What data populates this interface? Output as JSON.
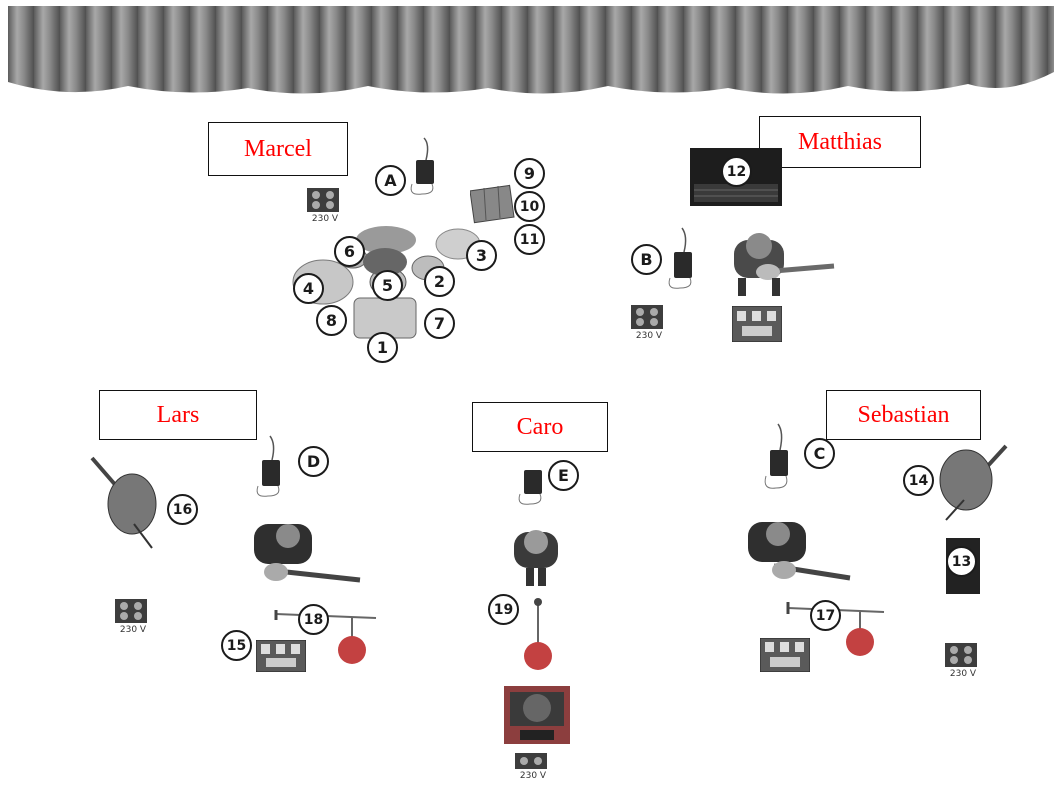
{
  "musicians": {
    "marcel": "Marcel",
    "matthias": "Matthias",
    "lars": "Lars",
    "caro": "Caro",
    "sebastian": "Sebastian"
  },
  "markers": {
    "n1": "1",
    "n2": "2",
    "n3": "3",
    "n4": "4",
    "n5": "5",
    "n6": "6",
    "n7": "7",
    "n8": "8",
    "n9": "9",
    "n10": "10",
    "n11": "11",
    "n12": "12",
    "n13": "13",
    "n14": "14",
    "n15": "15",
    "n16": "16",
    "n17": "17",
    "n18": "18",
    "n19": "19",
    "a": "A",
    "b": "B",
    "c": "C",
    "d": "D",
    "e": "E"
  },
  "power": {
    "label": "230 V"
  },
  "colors": {
    "name_text": "#ff0000",
    "outline": "#1b1b1b",
    "curtain": "#8a8a8a"
  }
}
